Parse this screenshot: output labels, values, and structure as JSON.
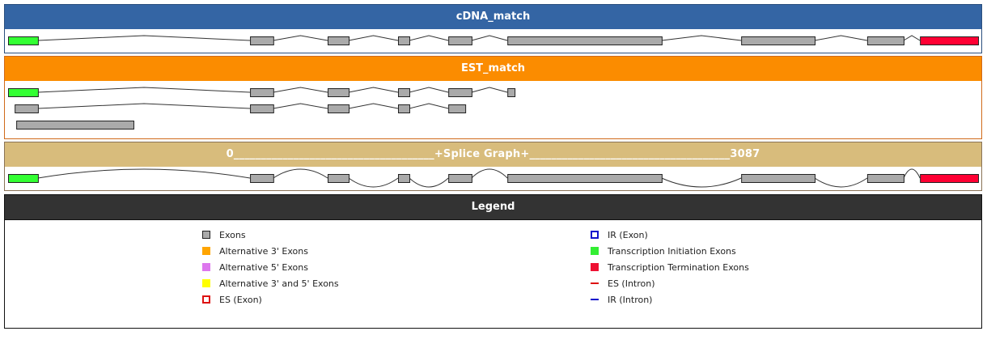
{
  "range": {
    "start": 0,
    "end": 3087
  },
  "colors": {
    "exon": "#aaaaaa",
    "initiation": "#33ff33",
    "termination": "#ff0033",
    "exon_border": "#222222",
    "intron": "#333333"
  },
  "cdna": {
    "title": "cDNA_match",
    "transcripts": [
      {
        "exons": [
          {
            "start": 0,
            "end": 95,
            "type": "initiation"
          },
          {
            "start": 770,
            "end": 844,
            "type": "exon"
          },
          {
            "start": 1017,
            "end": 1084,
            "type": "exon"
          },
          {
            "start": 1241,
            "end": 1277,
            "type": "exon"
          },
          {
            "start": 1401,
            "end": 1475,
            "type": "exon"
          },
          {
            "start": 1589,
            "end": 2080,
            "type": "exon"
          },
          {
            "start": 2333,
            "end": 2567,
            "type": "exon"
          },
          {
            "start": 2734,
            "end": 2850,
            "type": "exon"
          },
          {
            "start": 2902,
            "end": 3087,
            "type": "termination"
          }
        ]
      }
    ]
  },
  "est": {
    "title": "EST_match",
    "transcripts": [
      {
        "exons": [
          {
            "start": 0,
            "end": 95,
            "type": "initiation"
          },
          {
            "start": 770,
            "end": 844,
            "type": "exon"
          },
          {
            "start": 1017,
            "end": 1084,
            "type": "exon"
          },
          {
            "start": 1241,
            "end": 1277,
            "type": "exon"
          },
          {
            "start": 1401,
            "end": 1475,
            "type": "exon"
          },
          {
            "start": 1589,
            "end": 1612,
            "type": "exon"
          }
        ]
      },
      {
        "exons": [
          {
            "start": 21,
            "end": 95,
            "type": "exon"
          },
          {
            "start": 770,
            "end": 844,
            "type": "exon"
          },
          {
            "start": 1017,
            "end": 1084,
            "type": "exon"
          },
          {
            "start": 1241,
            "end": 1277,
            "type": "exon"
          },
          {
            "start": 1401,
            "end": 1455,
            "type": "exon"
          }
        ]
      },
      {
        "exons": [
          {
            "start": 26,
            "end": 399,
            "type": "exon"
          }
        ]
      }
    ]
  },
  "splice_graph": {
    "title": "0_____________________________________+Splice Graph+_____________________________________3087",
    "exons": [
      {
        "start": 0,
        "end": 95,
        "type": "initiation"
      },
      {
        "start": 770,
        "end": 844,
        "type": "exon"
      },
      {
        "start": 1017,
        "end": 1084,
        "type": "exon"
      },
      {
        "start": 1241,
        "end": 1277,
        "type": "exon"
      },
      {
        "start": 1401,
        "end": 1475,
        "type": "exon"
      },
      {
        "start": 1589,
        "end": 2080,
        "type": "exon"
      },
      {
        "start": 2333,
        "end": 2567,
        "type": "exon"
      },
      {
        "start": 2734,
        "end": 2850,
        "type": "exon"
      },
      {
        "start": 2902,
        "end": 3087,
        "type": "termination"
      }
    ],
    "junction_directions": [
      "up",
      "up",
      "down",
      "down",
      "up",
      "down",
      "down",
      "up"
    ]
  },
  "legend": {
    "title": "Legend",
    "left": [
      {
        "label": "Exons",
        "swatch": "exon"
      },
      {
        "label": "Alternative 3' Exons",
        "swatch": "alt3"
      },
      {
        "label": "Alternative 5' Exons",
        "swatch": "alt5"
      },
      {
        "label": "Alternative 3' and 5' Exons",
        "swatch": "alt35"
      },
      {
        "label": "ES (Exon)",
        "swatch": "es-exon"
      }
    ],
    "right": [
      {
        "label": "IR (Exon)",
        "swatch": "ir-exon"
      },
      {
        "label": "Transcription Initiation Exons",
        "swatch": "init"
      },
      {
        "label": "Transcription Termination Exons",
        "swatch": "term"
      },
      {
        "label": "ES (Intron)",
        "swatch": "es-intron"
      },
      {
        "label": "IR (Intron)",
        "swatch": "ir-intron"
      }
    ]
  }
}
